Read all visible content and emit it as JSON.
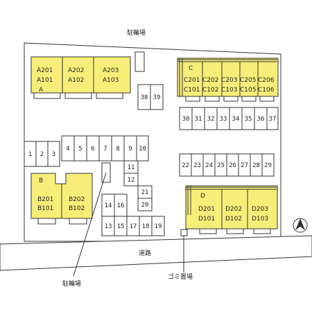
{
  "labels": {
    "bike_parking": "駐輪場",
    "road": "道路",
    "garbage": "ゴミ置場"
  },
  "buildings": {
    "A": {
      "letter": "A",
      "units": [
        "A201",
        "A101",
        "A202",
        "A102",
        "A203",
        "A103"
      ]
    },
    "B": {
      "letter": "B",
      "units": [
        "B201",
        "B101",
        "B202",
        "B102"
      ]
    },
    "C": {
      "letter": "C",
      "units": [
        "C201",
        "C101",
        "C202",
        "C102",
        "C203",
        "C103",
        "C205",
        "C105",
        "C206",
        "C106"
      ]
    },
    "D": {
      "letter": "D",
      "units": [
        "D201",
        "D101",
        "D202",
        "D102",
        "D203",
        "D103"
      ]
    }
  },
  "parking_slots": [
    "1",
    "2",
    "3",
    "4",
    "5",
    "6",
    "7",
    "8",
    "9",
    "10",
    "11",
    "12",
    "13",
    "14",
    "15",
    "16",
    "17",
    "18",
    "19",
    "20",
    "21",
    "22",
    "23",
    "24",
    "25",
    "26",
    "27",
    "28",
    "29",
    "30",
    "31",
    "32",
    "33",
    "34",
    "35",
    "36",
    "37",
    "38",
    "39"
  ],
  "colors": {
    "building_fill": "#f7ee7a",
    "outline": "#333333"
  },
  "icons": {
    "north": "north-arrow-icon"
  }
}
